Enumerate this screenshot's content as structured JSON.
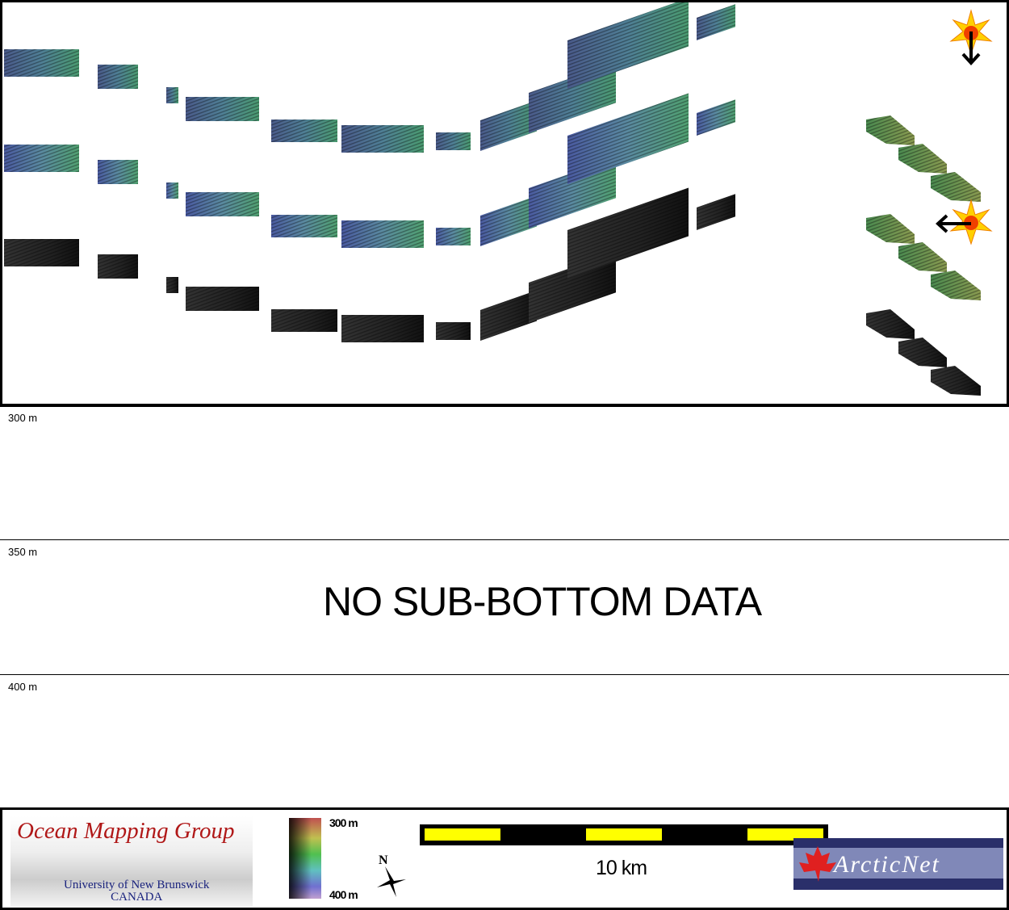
{
  "map": {
    "description_rows": [
      "bathymetry-shaded",
      "bathymetry-colour",
      "backscatter"
    ],
    "sun_icons": [
      "sun-illumination-south",
      "sun-illumination-west"
    ]
  },
  "profile": {
    "depth_labels": [
      "300 m",
      "350 m",
      "400 m"
    ],
    "message": "NO SUB-BOTTOM DATA"
  },
  "legend": {
    "logo_left": {
      "title": "Ocean Mapping Group",
      "subtitle": "University of New Brunswick",
      "country": "CANADA"
    },
    "colorbar": {
      "top": "300 m",
      "bottom": "400 m"
    },
    "north": "N",
    "scalebar": {
      "label": "10 km",
      "colors": {
        "bar": "#000000",
        "fill": "#ffff00"
      }
    },
    "logo_right": {
      "name": "ArcticNet"
    }
  }
}
